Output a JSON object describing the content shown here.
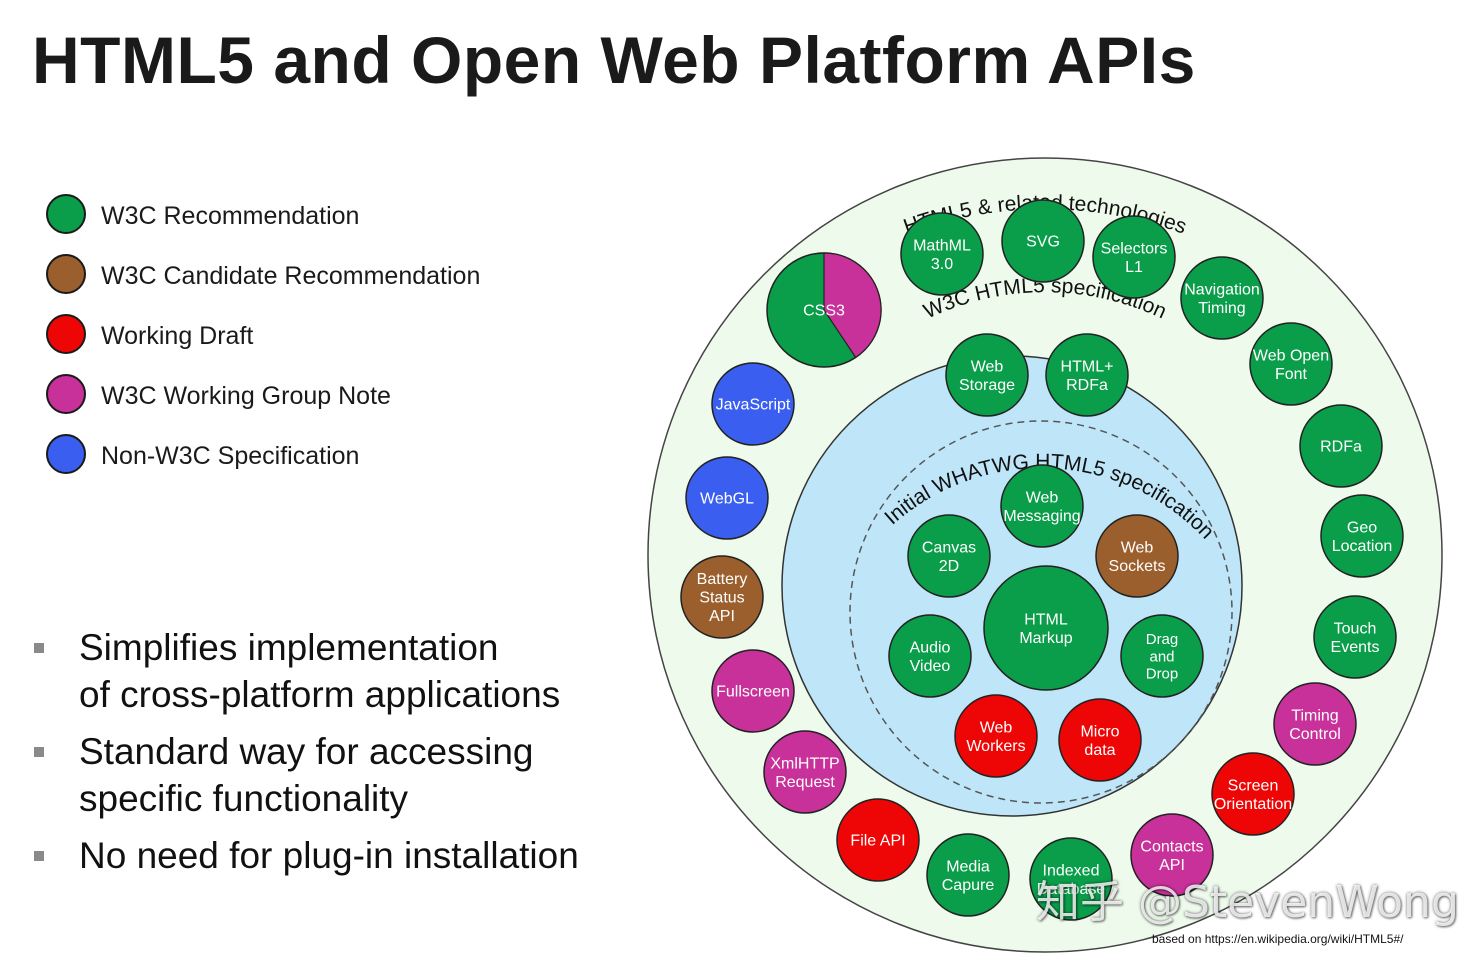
{
  "title": "HTML5 and Open Web Platform APIs",
  "colors": {
    "w3c_recommendation": "#0a9e4a",
    "candidate_recommendation": "#9b5f2d",
    "working_draft": "#ee0606",
    "working_group_note": "#c8309a",
    "non_w3c": "#3a5ff0",
    "outer_ring_fill": "#eefbec",
    "middle_fill": "#bfe6f8"
  },
  "legend": [
    {
      "label": "W3C Recommendation",
      "status": "w3c_recommendation"
    },
    {
      "label": "W3C Candidate Recommendation",
      "status": "candidate_recommendation"
    },
    {
      "label": "Working Draft",
      "status": "working_draft"
    },
    {
      "label": "W3C Working Group Note",
      "status": "working_group_note"
    },
    {
      "label": "Non-W3C Specification",
      "status": "non_w3c"
    }
  ],
  "bullets": [
    {
      "lines": [
        "Simplifies implementation",
        "of cross-platform applications"
      ]
    },
    {
      "lines": [
        "Standard way for accessing",
        "specific functionality"
      ]
    },
    {
      "lines": [
        "No need for plug-in installation"
      ]
    }
  ],
  "diagram": {
    "outer_label": "HTML5 & related technologies",
    "middle_label": "W3C HTML5 specification",
    "inner_label": "Initial WHATWG HTML5 specification",
    "nodes": [
      {
        "id": "html-markup",
        "lines": [
          "HTML",
          "Markup"
        ],
        "status": "w3c_recommendation"
      },
      {
        "id": "web-messaging",
        "lines": [
          "Web",
          "Messaging"
        ],
        "status": "w3c_recommendation"
      },
      {
        "id": "canvas-2d",
        "lines": [
          "Canvas",
          "2D"
        ],
        "status": "w3c_recommendation"
      },
      {
        "id": "web-sockets",
        "lines": [
          "Web",
          "Sockets"
        ],
        "status": "candidate_recommendation"
      },
      {
        "id": "audio-video",
        "lines": [
          "Audio",
          "Video"
        ],
        "status": "w3c_recommendation"
      },
      {
        "id": "drag-and-drop",
        "lines": [
          "Drag",
          "and",
          "Drop"
        ],
        "status": "w3c_recommendation"
      },
      {
        "id": "web-workers",
        "lines": [
          "Web",
          "Workers"
        ],
        "status": "working_draft"
      },
      {
        "id": "microdata",
        "lines": [
          "Micro",
          "data"
        ],
        "status": "working_draft"
      },
      {
        "id": "web-storage",
        "lines": [
          "Web",
          "Storage"
        ],
        "status": "w3c_recommendation"
      },
      {
        "id": "html-rdfa",
        "lines": [
          "HTML+",
          "RDFa"
        ],
        "status": "w3c_recommendation"
      },
      {
        "id": "mathml",
        "lines": [
          "MathML",
          "3.0"
        ],
        "status": "w3c_recommendation"
      },
      {
        "id": "svg",
        "lines": [
          "SVG"
        ],
        "status": "w3c_recommendation"
      },
      {
        "id": "selectors",
        "lines": [
          "Selectors",
          "L1"
        ],
        "status": "w3c_recommendation"
      },
      {
        "id": "navigation-timing",
        "lines": [
          "Navigation",
          "Timing"
        ],
        "status": "w3c_recommendation"
      },
      {
        "id": "web-open-font",
        "lines": [
          "Web Open",
          "Font"
        ],
        "status": "w3c_recommendation"
      },
      {
        "id": "rdfa",
        "lines": [
          "RDFa"
        ],
        "status": "w3c_recommendation"
      },
      {
        "id": "geolocation",
        "lines": [
          "Geo",
          "Location"
        ],
        "status": "w3c_recommendation"
      },
      {
        "id": "touch-events",
        "lines": [
          "Touch",
          "Events"
        ],
        "status": "w3c_recommendation"
      },
      {
        "id": "timing-control",
        "lines": [
          "Timing",
          "Control"
        ],
        "status": "working_group_note"
      },
      {
        "id": "screen-orientation",
        "lines": [
          "Screen",
          "Orientation"
        ],
        "status": "working_draft"
      },
      {
        "id": "contacts-api",
        "lines": [
          "Contacts",
          "API"
        ],
        "status": "working_group_note"
      },
      {
        "id": "indexed-database",
        "lines": [
          "Indexed",
          "Database"
        ],
        "status": "w3c_recommendation"
      },
      {
        "id": "media-capture",
        "lines": [
          "Media",
          "Capure"
        ],
        "status": "w3c_recommendation"
      },
      {
        "id": "file-api",
        "lines": [
          "File API"
        ],
        "status": "working_draft"
      },
      {
        "id": "xmlhttprequest",
        "lines": [
          "XmlHTTP",
          "Request"
        ],
        "status": "working_group_note"
      },
      {
        "id": "fullscreen",
        "lines": [
          "Fullscreen"
        ],
        "status": "working_group_note"
      },
      {
        "id": "battery-status",
        "lines": [
          "Battery",
          "Status",
          "API"
        ],
        "status": "candidate_recommendation"
      },
      {
        "id": "webgl",
        "lines": [
          "WebGL"
        ],
        "status": "non_w3c"
      },
      {
        "id": "javascript",
        "lines": [
          "JavaScript"
        ],
        "status": "non_w3c"
      },
      {
        "id": "css3",
        "lines": [
          "CSS3"
        ],
        "status": "mixed",
        "split": [
          "w3c_recommendation",
          "working_group_note"
        ]
      }
    ]
  },
  "source_note": "based on https://en.wikipedia.org/wiki/HTML5#/",
  "watermark": "知乎 @StevenWong"
}
